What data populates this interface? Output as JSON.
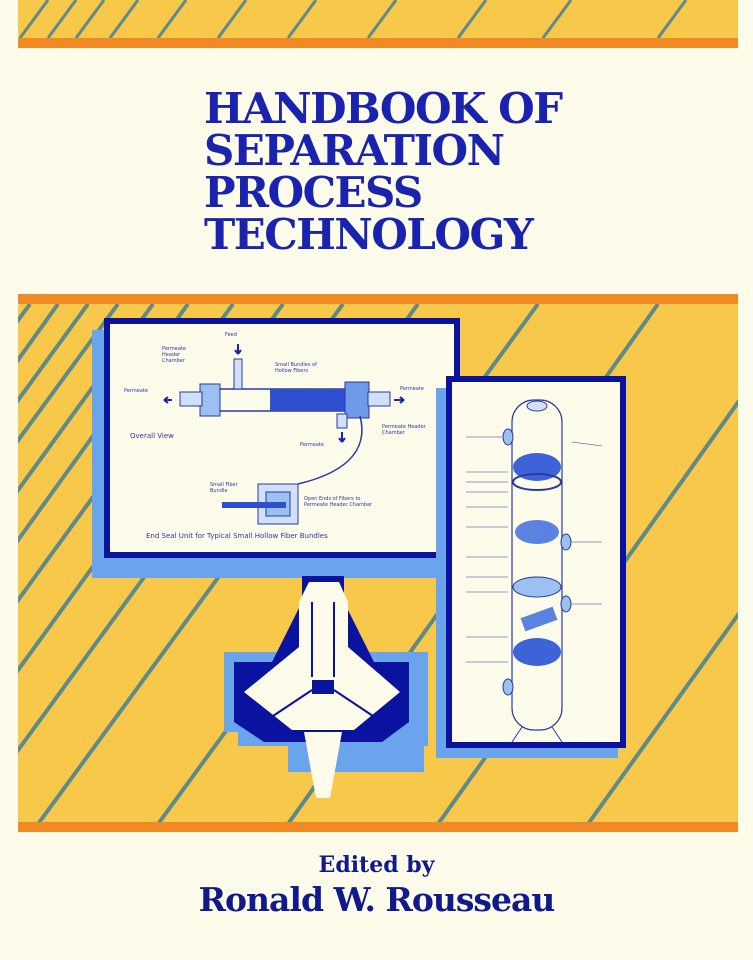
{
  "cover": {
    "title_lines": [
      "HANDBOOK OF",
      "SEPARATION",
      "PROCESS",
      "TECHNOLOGY"
    ],
    "edited_by": "Edited by",
    "editor": "Ronald W. Rousseau"
  },
  "illustrations": {
    "membrane_module": {
      "labels": {
        "feed": "Feed",
        "permeate_header_left": "Permeate Header Chamber",
        "permeate_left": "Permeate",
        "small_bundles": "Small Bundles of Hollow Fibers",
        "permeate_right": "Permeate",
        "overall_view": "Overall View",
        "permeate_bottom": "Permeate",
        "permeate_header_right": "Permeate Header Chamber",
        "small_fiber_bundle": "Small Fiber Bundle",
        "open_ends": "Open Ends of Fibers to Permeate Header Chamber"
      },
      "caption": "End Seal Unit for Typical Small Hollow Fiber Bundles"
    },
    "column": {
      "description": "distillation column cutaway"
    },
    "centrifuge": {
      "description": "disc centrifuge cross-section"
    }
  },
  "colors": {
    "background": "#fdfbea",
    "yellow": "#f8c84a",
    "orange": "#f08a24",
    "navy": "#0a12a0",
    "title_blue": "#1a23b0",
    "light_blue": "#6aa4ec",
    "stripe": "#5f8a8a"
  }
}
